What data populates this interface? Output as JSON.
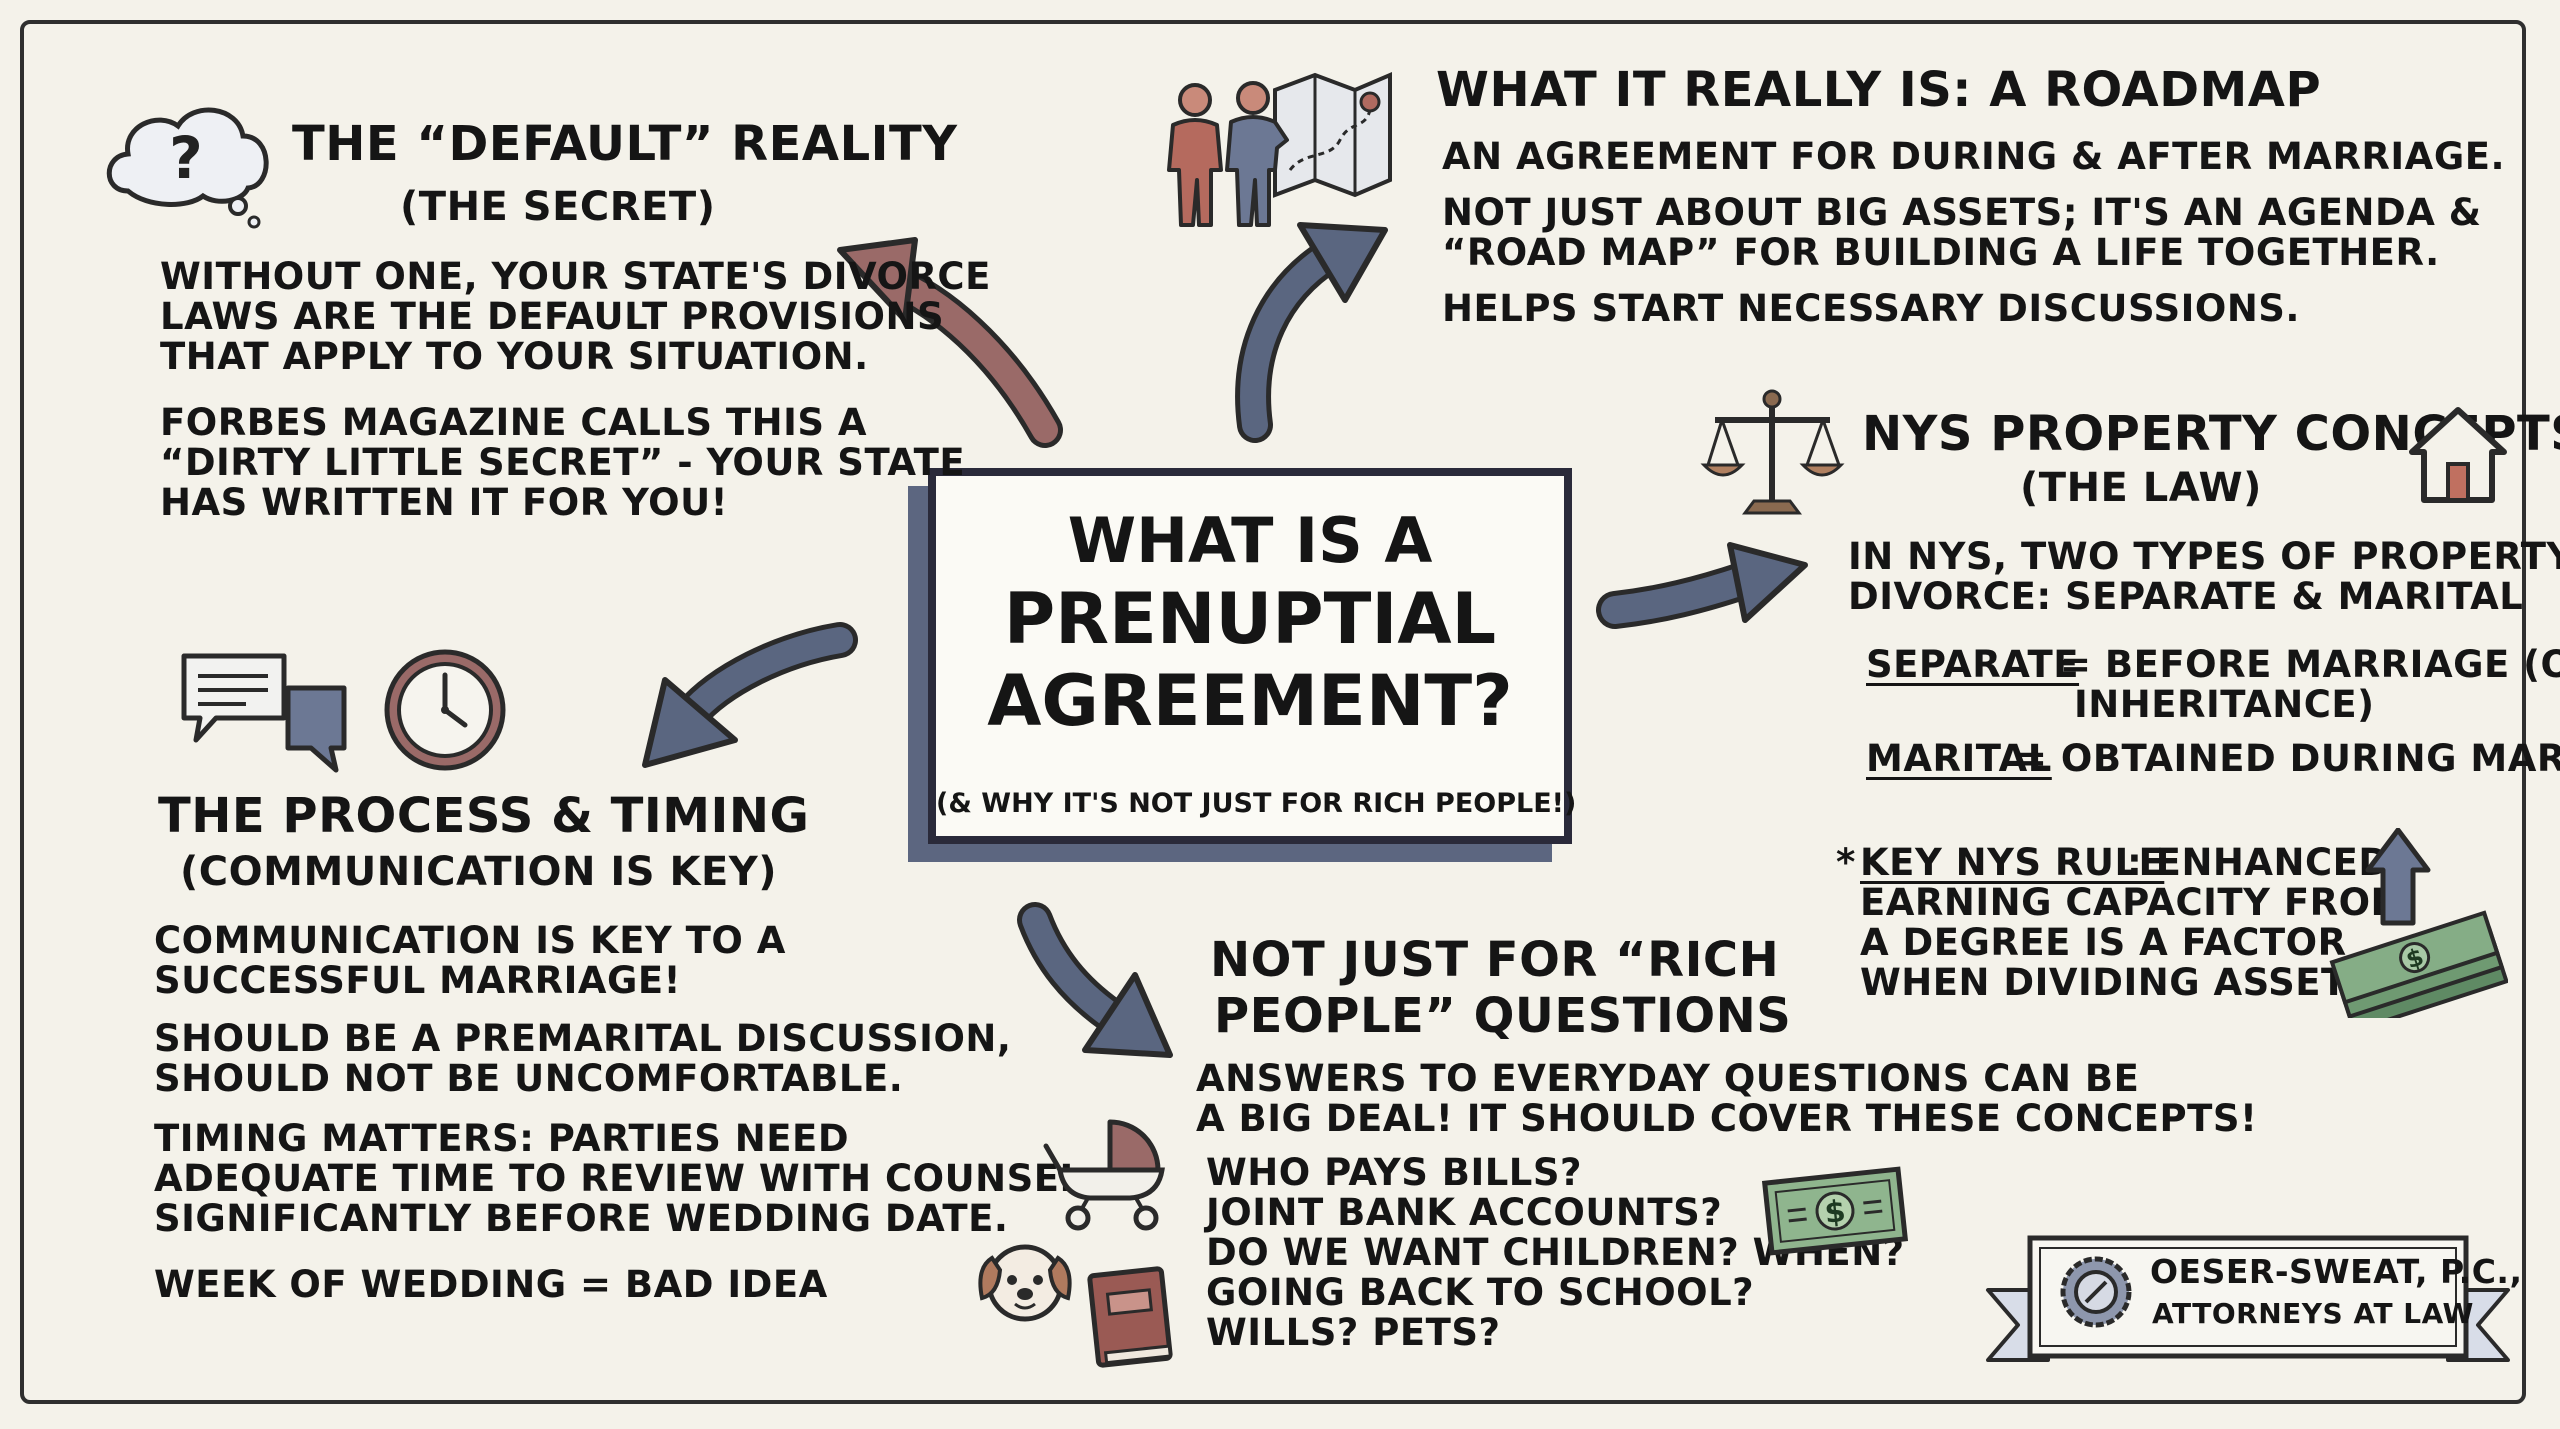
{
  "center": {
    "title_line1": "WHAT IS A",
    "title_line2": "PRENUPTIAL",
    "title_line3": "AGREEMENT?",
    "subtitle": "(& WHY IT'S NOT JUST FOR RICH PEOPLE!)"
  },
  "default_reality": {
    "heading": "THE “DEFAULT” REALITY",
    "subheading": "(THE SECRET)",
    "p1": [
      "WITHOUT ONE, YOUR STATE'S DIVORCE",
      "LAWS ARE THE DEFAULT PROVISIONS",
      "THAT APPLY TO YOUR SITUATION."
    ],
    "p2": [
      "FORBES MAGAZINE CALLS THIS A",
      "“DIRTY LITTLE SECRET” - YOUR STATE",
      "HAS WRITTEN IT FOR YOU!"
    ]
  },
  "roadmap": {
    "heading": "WHAT IT REALLY IS: A ROADMAP",
    "lines": [
      "AN AGREEMENT FOR DURING & AFTER MARRIAGE.",
      "NOT JUST ABOUT BIG ASSETS; IT'S AN AGENDA &",
      "“ROAD MAP” FOR BUILDING A LIFE TOGETHER.",
      "HELPS START NECESSARY DISCUSSIONS."
    ]
  },
  "nys": {
    "heading": "NYS PROPERTY CONCEPTS",
    "subheading": "(THE LAW)",
    "intro": [
      "IN NYS, TWO TYPES OF PROPERTY FOR",
      "DIVORCE: SEPARATE & MARITAL"
    ],
    "separate_term": "SEPARATE",
    "separate_def": "= BEFORE MARRIAGE (OR",
    "separate_def2": "INHERITANCE)",
    "marital_term": "MARITAL",
    "marital_def": "= OBTAINED DURING MARRIAGE",
    "key_prefix": "*",
    "key_term": "KEY NYS RULE",
    "key_rest": ": ENHANCED",
    "key_lines": [
      "EARNING CAPACITY FROM",
      "A DEGREE IS A FACTOR",
      "WHEN DIVIDING ASSETS"
    ]
  },
  "process": {
    "heading": "THE PROCESS & TIMING",
    "subheading": "(COMMUNICATION IS KEY)",
    "p1": [
      "COMMUNICATION IS KEY TO A",
      "SUCCESSFUL MARRIAGE!"
    ],
    "p2": [
      "SHOULD BE A PREMARITAL DISCUSSION,",
      "SHOULD NOT BE UNCOMFORTABLE."
    ],
    "p3": [
      "TIMING MATTERS: PARTIES NEED",
      "ADEQUATE TIME TO REVIEW WITH COUNSEL",
      "SIGNIFICANTLY BEFORE WEDDING DATE."
    ],
    "p4": "WEEK OF WEDDING = BAD IDEA"
  },
  "rich": {
    "heading1": "NOT JUST FOR “RICH",
    "heading2": "PEOPLE” QUESTIONS",
    "intro": [
      "ANSWERS TO EVERYDAY QUESTIONS CAN BE",
      "A BIG DEAL! IT SHOULD COVER THESE CONCEPTS!"
    ],
    "questions": [
      "WHO PAYS BILLS?",
      "JOINT BANK ACCOUNTS?",
      "DO WE WANT CHILDREN? WHEN?",
      "GOING BACK TO SCHOOL?",
      "WILLS? PETS?"
    ]
  },
  "firm": {
    "name": "OESER-SWEAT, P.C.,",
    "tagline": "ATTORNEYS AT LAW"
  },
  "icons": {
    "question_cloud": "question-thought-cloud-icon",
    "couple_map": "couple-with-map-icon",
    "scales": "scales-of-justice-icon",
    "house": "house-icon",
    "chat": "chat-bubbles-icon",
    "clock": "clock-icon",
    "stroller": "baby-stroller-icon",
    "dog": "dog-icon",
    "book": "book-icon",
    "money_bill": "dollar-bill-icon",
    "money_up": "money-stack-up-arrow-icon",
    "seal": "firm-seal-icon"
  },
  "colors": {
    "ink": "#151515",
    "arrow_red": "#9a6a68",
    "arrow_blue": "#5a6680",
    "paper": "#f4f2ea",
    "money_green": "#7fa682"
  }
}
